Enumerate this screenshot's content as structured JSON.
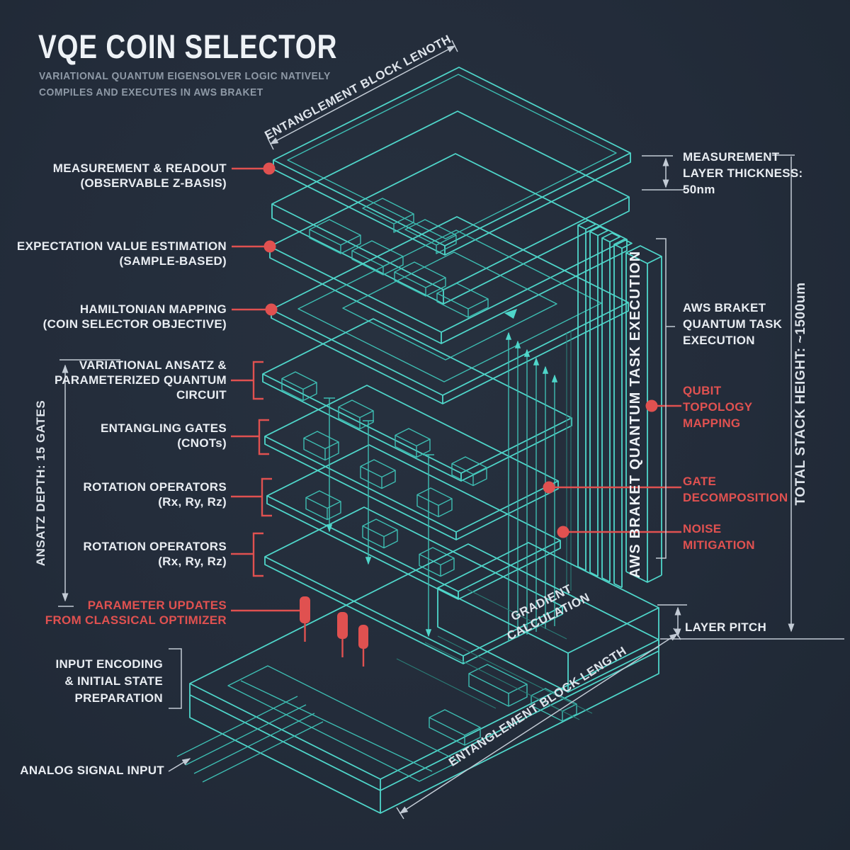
{
  "title": "VQE COIN SELECTOR",
  "subtitle": [
    "VARIATIONAL QUANTUM EIGENSOLVER LOGIC NATIVELY",
    "COMPILES AND EXECUTES IN AWS BRAKET"
  ],
  "colors": {
    "background": "#232c3a",
    "teal": "#4fd6ca",
    "teal_dim": "#2a7d77",
    "red": "#e05150",
    "text": "#e9edf2",
    "muted_text": "#8e99a6",
    "dim_line": "#c3cbd5"
  },
  "left_labels": {
    "measurement_readout": [
      "MEASUREMENT & READOUT",
      "(OBSERVABLE Z-BASIS)"
    ],
    "expectation_value": [
      "EXPECTATION VALUE ESTIMATION",
      "(SAMPLE-BASED)"
    ],
    "hamiltonian_mapping": [
      "HAMILTONIAN MAPPING",
      "(COIN SELECTOR OBJECTIVE)"
    ],
    "variational_ansatz": [
      "VARIATIONAL ANSATZ &",
      "PARAMETERIZED QUANTUM",
      "CIRCUIT"
    ],
    "entangling_gates": [
      "ENTANGLING GATES",
      "(CNOTs)"
    ],
    "rotation_operators_1": [
      "ROTATION OPERATORS",
      "(Rx, Ry, Rz)"
    ],
    "rotation_operators_2": [
      "ROTATION OPERATORS",
      "(Rx, Ry, Rz)"
    ],
    "parameter_updates": [
      "PARAMETER UPDATES",
      "FROM CLASSICAL OPTIMIZER"
    ],
    "input_encoding": [
      "INPUT ENCODING",
      "& INITIAL STATE",
      "PREPARATION"
    ],
    "analog_signal": "ANALOG SIGNAL INPUT"
  },
  "right_labels": {
    "measurement_thickness": [
      "MEASUREMENT",
      "LAYER THICKNESS:",
      "50nm"
    ],
    "aws_braket_task": [
      "AWS BRAKET",
      "QUANTUM TASK",
      "EXECUTION"
    ],
    "qubit_topology": [
      "QUBIT",
      "TOPOLOGY",
      "MAPPING"
    ],
    "gate_decomposition": [
      "GATE",
      "DECOMPOSITION"
    ],
    "noise_mitigation": [
      "NOISE",
      "MITIGATION"
    ],
    "layer_pitch": "LAYER PITCH"
  },
  "dimensions": {
    "entanglement_top": "ENTANGLEMENT BLOCK LENOTH",
    "entanglement_bottom": "ENTANGLEMENT BLOCK LENGTH",
    "ansatz_depth": "ANSATZ DEPTH: 15 GATES",
    "total_stack_height": "TOTAL STACK HEIGHT: ~1500um"
  },
  "diagram_labels": {
    "aws_slab_vertical": "AWS BRAKET QUANTUM TASK EXECUTION",
    "gradient_calculation": [
      "GRADIENT",
      "CALCULATION"
    ]
  }
}
